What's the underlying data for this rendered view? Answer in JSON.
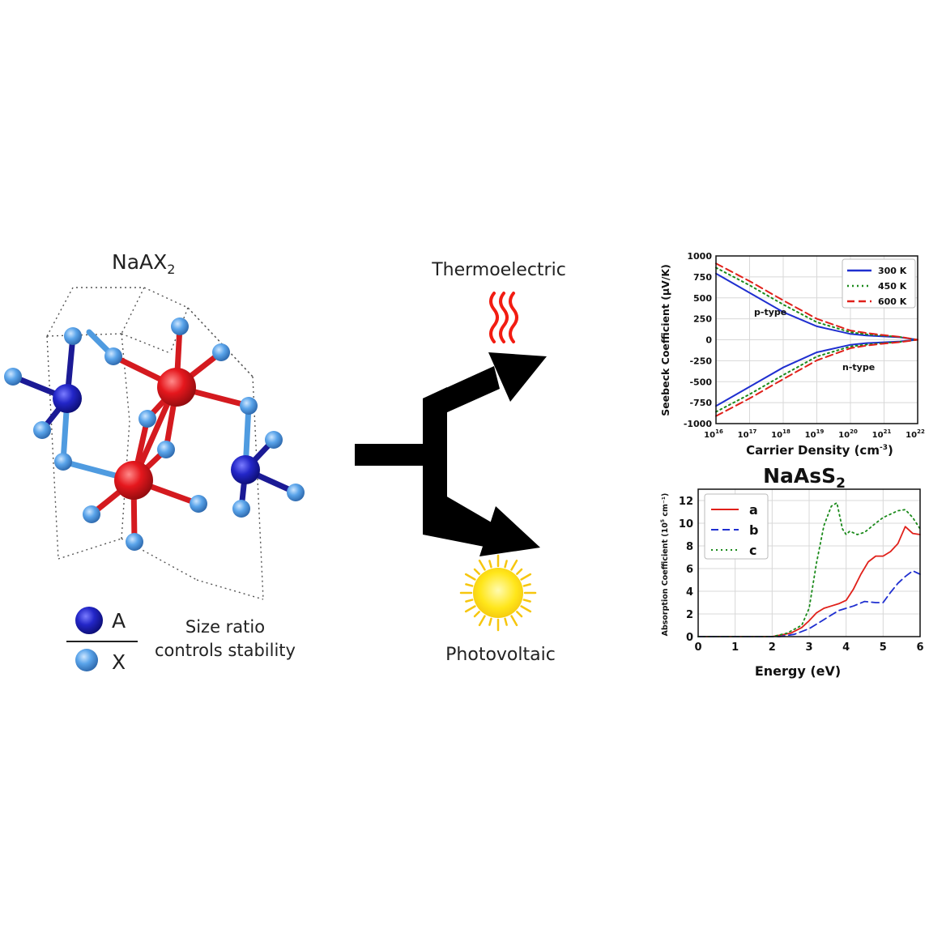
{
  "structure": {
    "title_main": "NaAX",
    "title_sub": "2",
    "legend_top": "A",
    "legend_bottom": "X",
    "note_line1": "Size ratio",
    "note_line2": "controls stability",
    "colors": {
      "A": "#1c1fb8",
      "B": "#e3141c",
      "X": "#4f9be0",
      "bond_A": "#1b1a95",
      "bond_B": "#d41a1f"
    }
  },
  "applications": {
    "top_label": "Thermoelectric",
    "bottom_label": "Photovoltaic",
    "heat_icon": "heat-waves-icon",
    "sun_icon": "sun-icon",
    "colors": {
      "heat": "#f21c12",
      "sun_fill": "#ffe61a",
      "sun_ray": "#f6c60e",
      "arrow": "#000000"
    }
  },
  "chart_data": [
    {
      "type": "line",
      "xlabel": "Carrier Density (cm",
      "xlabel_sup": "-3",
      "xlabel_end": ")",
      "ylabel": "Seebeck Coefficient (μV/K)",
      "x_scale": "log",
      "xlim": [
        1e+16,
        1e+22
      ],
      "ylim": [
        -1000,
        1000
      ],
      "xticks": [
        {
          "value": 1e+16,
          "base": "10",
          "exp": "16"
        },
        {
          "value": 1e+17,
          "base": "10",
          "exp": "17"
        },
        {
          "value": 1e+18,
          "base": "10",
          "exp": "18"
        },
        {
          "value": 1e+19,
          "base": "10",
          "exp": "19"
        },
        {
          "value": 1e+20,
          "base": "10",
          "exp": "20"
        },
        {
          "value": 1e+21,
          "base": "10",
          "exp": "21"
        },
        {
          "value": 1e+22,
          "base": "10",
          "exp": "22"
        }
      ],
      "yticks": [
        "1000",
        "750",
        "500",
        "250",
        "0",
        "-250",
        "-500",
        "-750",
        "-1000"
      ],
      "grid": true,
      "legend_position": "top-right",
      "annotations": [
        {
          "text": "p-type",
          "x": 1e+18,
          "y": 370
        },
        {
          "text": "n-type",
          "x": 1e+20,
          "y": -340
        }
      ],
      "x": [
        1e+16,
        1e+17,
        1e+18,
        1e+19,
        1e+20,
        3e+20,
        1e+21,
        3e+21,
        1e+22
      ],
      "series": [
        {
          "name": "300 K",
          "color": "#1f2fd0",
          "dash": "solid",
          "p": [
            790,
            560,
            330,
            160,
            70,
            50,
            40,
            30,
            0
          ],
          "n": [
            -790,
            -560,
            -330,
            -150,
            -60,
            -40,
            -30,
            -20,
            0
          ]
        },
        {
          "name": "450 K",
          "color": "#1a8a1a",
          "dash": "dotted",
          "p": [
            860,
            650,
            420,
            210,
            90,
            65,
            48,
            33,
            0
          ],
          "n": [
            -860,
            -650,
            -420,
            -200,
            -80,
            -58,
            -40,
            -25,
            0
          ]
        },
        {
          "name": "600 K",
          "color": "#e0201a",
          "dash": "dashed",
          "p": [
            910,
            700,
            470,
            250,
            110,
            80,
            55,
            35,
            0
          ],
          "n": [
            -910,
            -700,
            -470,
            -245,
            -100,
            -70,
            -45,
            -28,
            0
          ]
        }
      ]
    },
    {
      "type": "line",
      "title": "NaAsS",
      "title_sub": "2",
      "xlabel": "Energy (eV)",
      "ylabel": "Absorption Coefficient (10",
      "ylabel_sup": "5",
      "ylabel_end": " cm⁻¹)",
      "xlim": [
        0,
        6
      ],
      "ylim": [
        0,
        13
      ],
      "xticks": [
        "0",
        "1",
        "2",
        "3",
        "4",
        "5",
        "6"
      ],
      "yticks": [
        "0",
        "2",
        "4",
        "6",
        "8",
        "10",
        "12"
      ],
      "grid": true,
      "legend_position": "top-left",
      "series": [
        {
          "name": "a",
          "color": "#e0201a",
          "dash": "solid",
          "x": [
            0,
            2.0,
            2.5,
            2.8,
            3.0,
            3.2,
            3.4,
            3.6,
            3.8,
            4.0,
            4.2,
            4.4,
            4.6,
            4.8,
            5.0,
            5.2,
            5.4,
            5.6,
            5.8,
            6.0
          ],
          "y": [
            0,
            0,
            0.3,
            0.8,
            1.4,
            2.1,
            2.5,
            2.7,
            2.9,
            3.2,
            4.2,
            5.5,
            6.6,
            7.1,
            7.1,
            7.5,
            8.2,
            9.7,
            9.1,
            9.0
          ]
        },
        {
          "name": "b",
          "color": "#1f2fd0",
          "dash": "dashed",
          "x": [
            0,
            2.2,
            2.6,
            3.0,
            3.4,
            3.8,
            4.2,
            4.5,
            4.8,
            5.0,
            5.2,
            5.4,
            5.6,
            5.8,
            6.0
          ],
          "y": [
            0,
            0,
            0.2,
            0.7,
            1.5,
            2.3,
            2.7,
            3.1,
            3.0,
            3.0,
            3.9,
            4.7,
            5.3,
            5.8,
            5.5
          ]
        },
        {
          "name": "c",
          "color": "#1a8a1a",
          "dash": "dotted",
          "x": [
            0,
            2.0,
            2.4,
            2.8,
            3.0,
            3.2,
            3.4,
            3.6,
            3.75,
            3.9,
            4.0,
            4.1,
            4.3,
            4.5,
            4.8,
            5.0,
            5.2,
            5.4,
            5.6,
            5.8,
            6.0
          ],
          "y": [
            0,
            0,
            0.3,
            1.0,
            2.5,
            6.5,
            9.8,
            11.5,
            11.8,
            9.5,
            9.0,
            9.3,
            9.0,
            9.2,
            10.0,
            10.5,
            10.8,
            11.1,
            11.2,
            10.5,
            9.5
          ]
        }
      ]
    }
  ]
}
